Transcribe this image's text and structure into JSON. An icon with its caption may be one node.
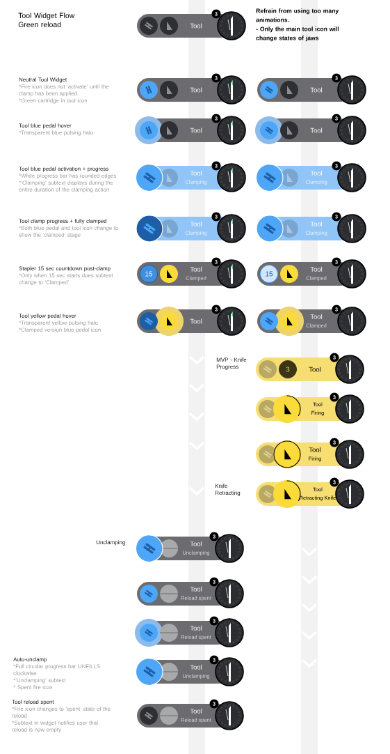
{
  "diagram": {
    "title": "Tool Widget Flow Green reload",
    "nodes": [
      {
        "text": [
          "Tool"
        ]
      },
      {
        "text": [
          "3"
        ],
        "in": 0
      },
      {
        "text": [
          "Tool"
        ]
      },
      {
        "text": [
          "3"
        ],
        "in": 2
      },
      {
        "text": [
          "Tool"
        ]
      },
      {
        "text": [
          "3"
        ],
        "in": 4
      },
      {
        "text": [
          "Tool"
        ]
      },
      {
        "text": [
          "3"
        ],
        "in": 6
      },
      {
        "text": [
          "Tool"
        ]
      },
      {
        "text": [
          "3"
        ],
        "in": 8
      },
      {
        "text": [
          "Tool",
          "Clamping"
        ]
      },
      {
        "text": [
          "3"
        ],
        "in": 10
      },
      {
        "text": [
          "Tool",
          "Clamping"
        ]
      },
      {
        "text": [
          "3"
        ],
        "in": 12
      },
      {
        "text": [
          "Tool",
          "Clamping"
        ]
      },
      {
        "text": [
          "3"
        ],
        "in": 14
      },
      {
        "text": [
          "Tool",
          "Clamping"
        ]
      },
      {
        "text": [
          "3"
        ],
        "in": 16
      },
      {
        "text": [
          "Tool",
          "Clamped"
        ]
      },
      {
        "text": [
          "15"
        ],
        "in": 18
      },
      {
        "text": [
          "3"
        ],
        "in": 18
      },
      {
        "text": [
          "Tool",
          "Clamped"
        ]
      },
      {
        "text": [
          "15"
        ],
        "in": 21
      },
      {
        "text": [
          "3"
        ],
        "in": 21
      },
      {
        "text": [
          "Tool"
        ]
      },
      {
        "text": [
          "3"
        ],
        "in": 24
      },
      {
        "text": [
          "Tool",
          "Clamped"
        ]
      },
      {
        "text": [
          "3"
        ],
        "in": 26
      },
      {
        "text": [
          "Tool"
        ]
      },
      {
        "text": [
          "3"
        ],
        "in": 28
      },
      {
        "text": [
          "3"
        ],
        "in": 28
      },
      {
        "text": [
          "Tool",
          "Firing"
        ]
      },
      {
        "text": [
          "3"
        ],
        "in": 31
      },
      {
        "text": [
          "Tool",
          "Firing"
        ]
      },
      {
        "text": [
          "3"
        ],
        "in": 33
      },
      {
        "text": [
          "Tool",
          "Retracting Knife"
        ]
      },
      {
        "text": [
          "3"
        ],
        "in": 35
      },
      {
        "text": [
          "Tool",
          "Unclamping"
        ]
      },
      {
        "text": [
          "3"
        ],
        "in": 37
      },
      {
        "text": [
          "Tool",
          "Reload spent"
        ]
      },
      {
        "text": [
          "3"
        ],
        "in": 39
      },
      {
        "text": [
          "Tool",
          "Reload spent"
        ]
      },
      {
        "text": [
          "3"
        ],
        "in": 41
      },
      {
        "text": [
          "Tool",
          "Unclamping"
        ]
      },
      {
        "text": [
          "3"
        ],
        "in": 43
      },
      {
        "text": [
          "Tool",
          "Reload spent"
        ]
      },
      {
        "text": [
          "3"
        ],
        "in": 45
      }
    ],
    "labels": [
      "Refrain from using too many animations.",
      "- Only the main tool icon will change states of jaws",
      "Neutral Tool Widget",
      "*Fire icon does not ‘activate’ until the clamp has been applied",
      "*Green cartridge in tool icon",
      "Tool blue pedal hover",
      "*Transparent blue pulsing halo",
      "Tool blue pedal activation + progress",
      "*White progress bar has rounded edges",
      "*‘Clamping’ subtext displays during the entire duration of the clamping action",
      "Tool clamp progress + fully clamped",
      "*Both blue pedal and tool icon change to show the ‘clamped’ stage",
      "Stapler 15 sec countdown post-clamp",
      "*Only when 15 sec starts does subtext change to ‘Clamped’",
      "Tool yellow pedal hover",
      "*Transparent yellow pulsing halo",
      "*Clamped version blue pedal icon",
      "MVP - Knife Progress",
      "Knife Retracting",
      "Unclamping",
      "Auto-unclamp",
      "*Full circular progress bar UNFILLS clockwise",
      "*‘Unclamping’ subtext",
      "* Spent fire icon",
      "Tool reload spent",
      "*Fire icon changes to ‘spent’ state of the reload",
      "*Subtext in widget notifies user that reload is now empty"
    ]
  }
}
